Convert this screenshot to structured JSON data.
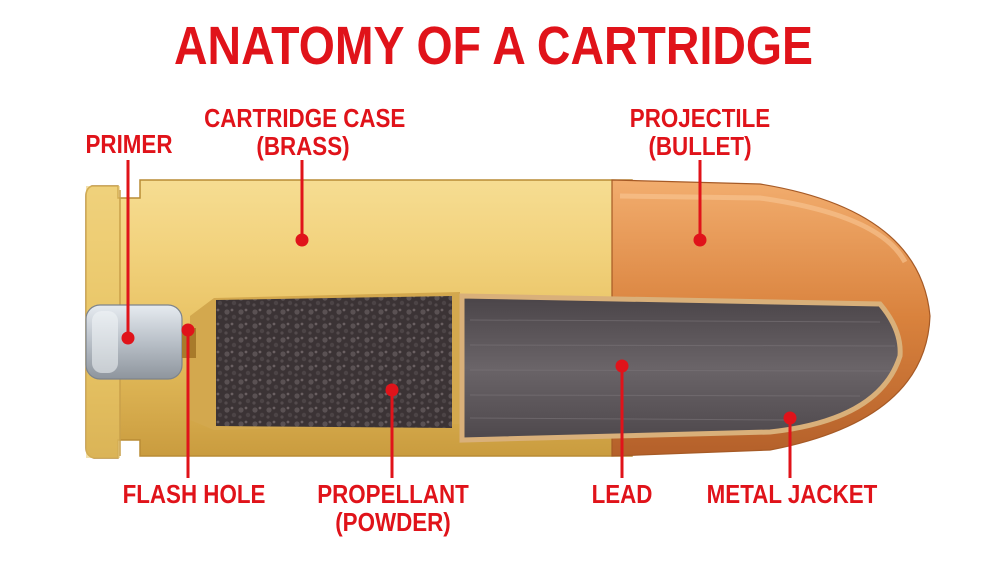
{
  "title": "ANATOMY OF A CARTRIDGE",
  "labels": {
    "primer": "PRIMER",
    "cartridge_case": [
      "CARTRIDGE CASE",
      "(BRASS)"
    ],
    "projectile": [
      "PROJECTILE",
      "(BULLET)"
    ],
    "flash_hole": "FLASH HOLE",
    "propellant": [
      "PROPELLANT",
      "(POWDER)"
    ],
    "lead": "LEAD",
    "metal_jacket": "METAL JACKET"
  },
  "colors": {
    "label_red": "#e0131a",
    "brass": "#e8c46a",
    "copper": "#d67f3a",
    "lead": "#5a5458",
    "powder": "#3a3234",
    "primer": "#c9cfd6"
  }
}
